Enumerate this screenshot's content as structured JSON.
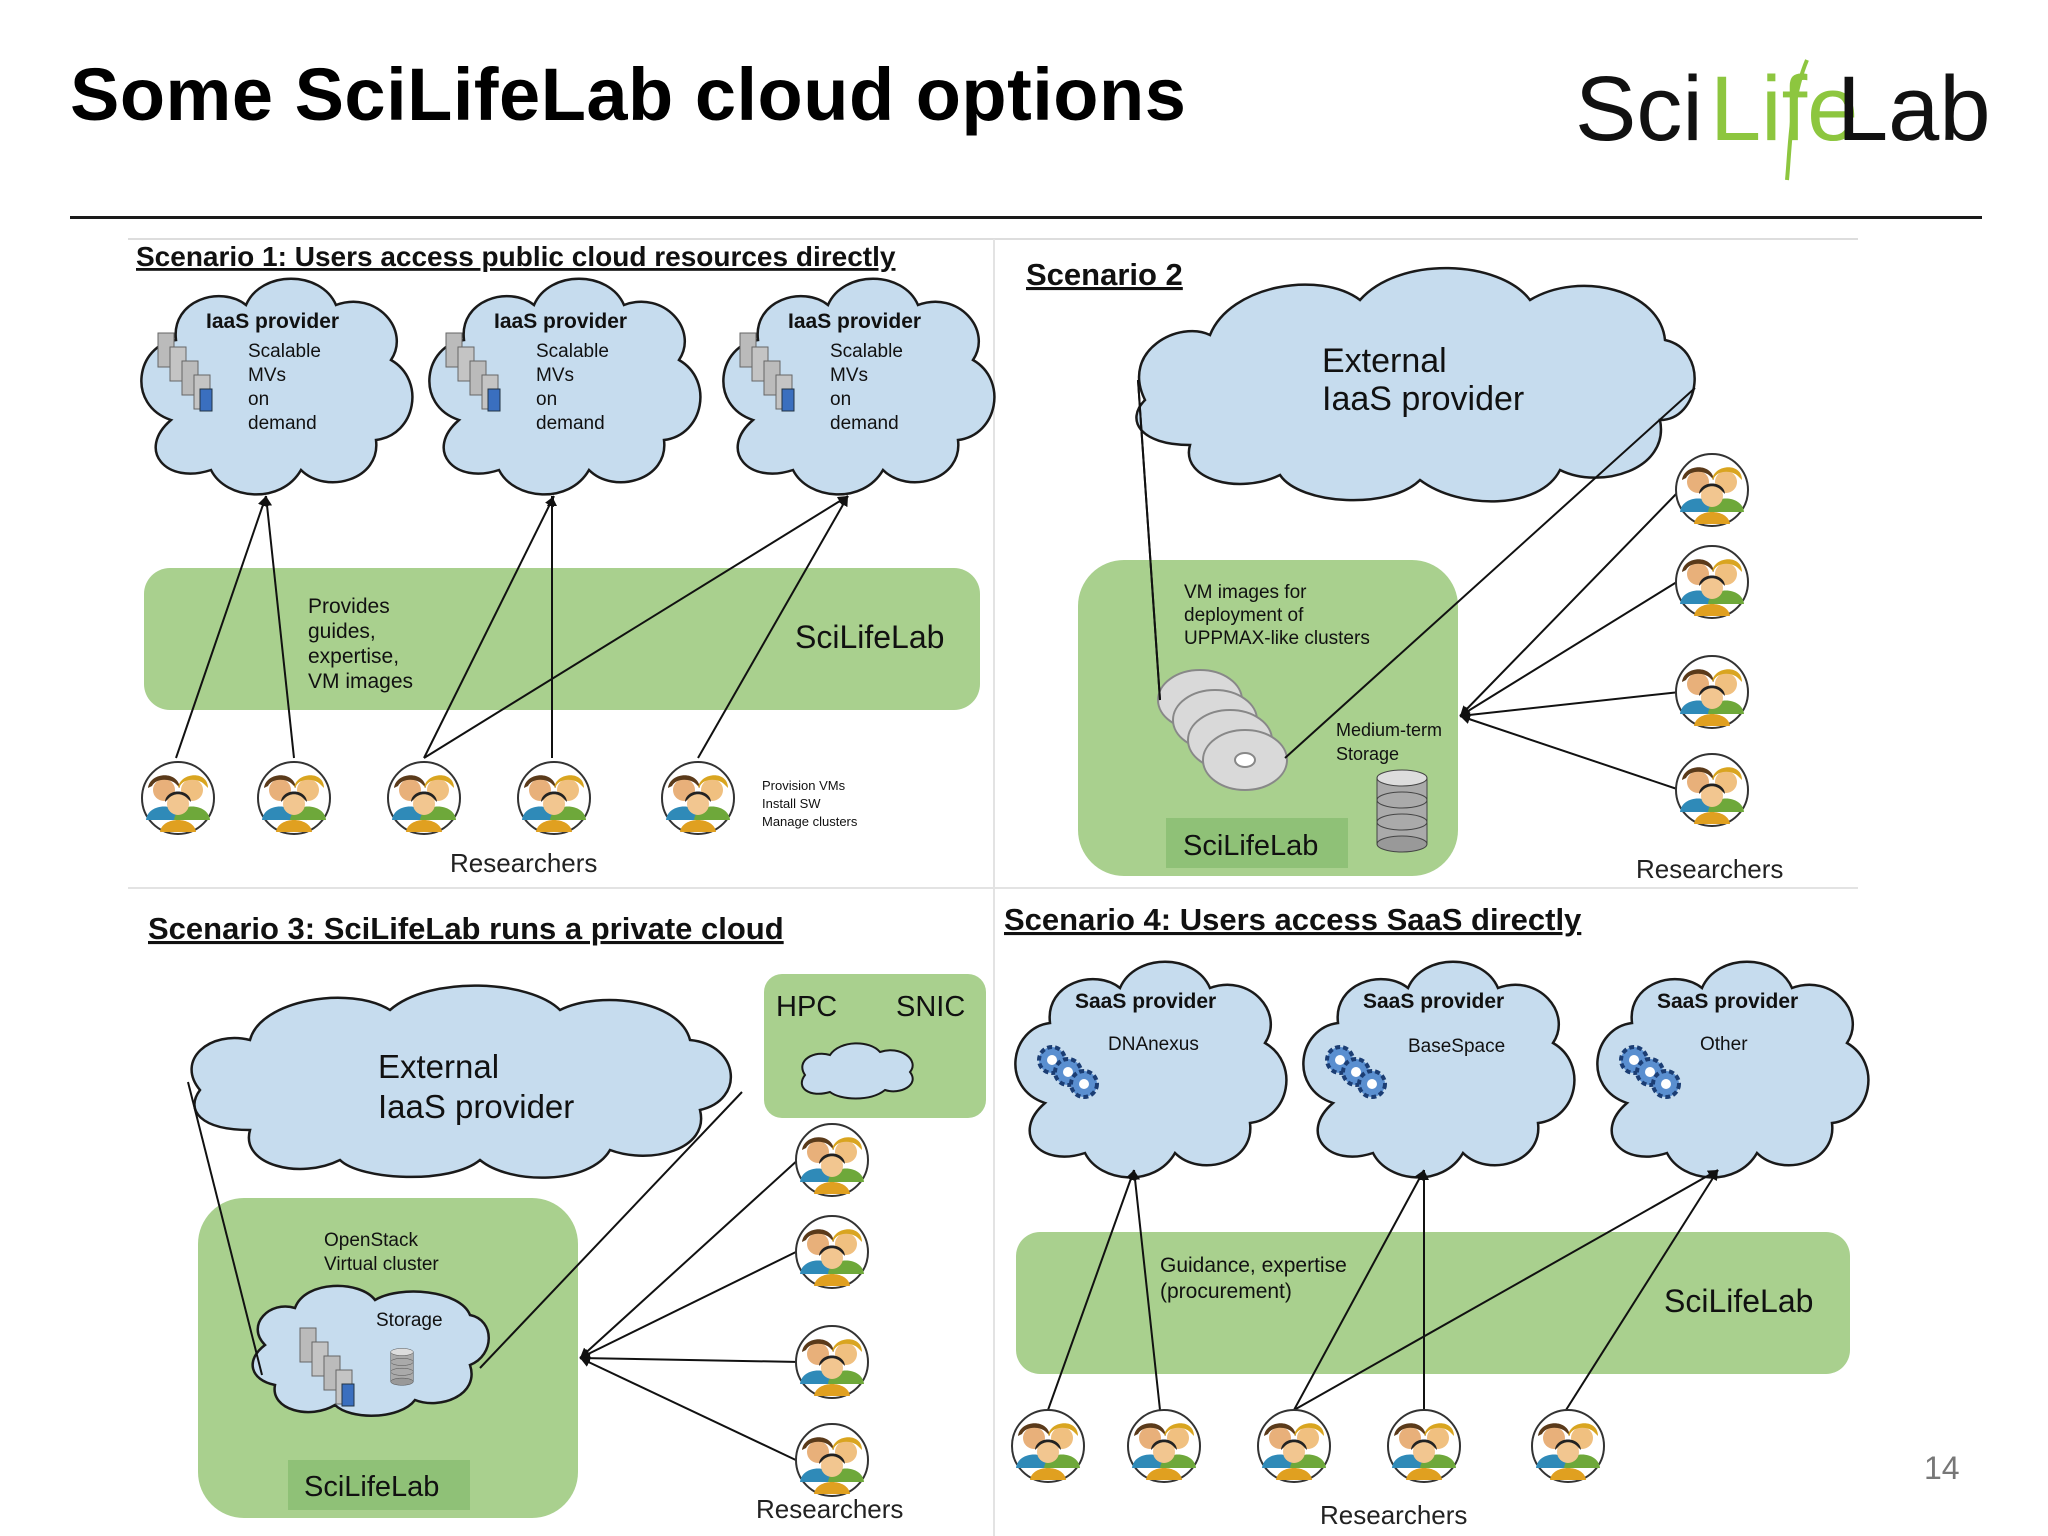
{
  "slide": {
    "title": "Some SciLifeLab cloud options",
    "page_number": "14",
    "logo_text": "SciLifeLab",
    "logo_parts": [
      "Sci",
      "Life",
      "Lab"
    ]
  },
  "colors": {
    "cloud_fill": "#c6dcee",
    "panel_green": "#a9d08e",
    "label_green": "#8fc177",
    "logo_green": "#8dc63f"
  },
  "scenario1": {
    "heading": "Scenario 1: Users access public cloud resources directly",
    "clouds": [
      {
        "title": "IaaS provider",
        "lines": [
          "Scalable",
          "MVs",
          "on",
          "demand"
        ]
      },
      {
        "title": "IaaS provider",
        "lines": [
          "Scalable",
          "MVs",
          "on",
          "demand"
        ]
      },
      {
        "title": "IaaS provider",
        "lines": [
          "Scalable",
          "MVs",
          "on",
          "demand"
        ]
      }
    ],
    "panel_text": [
      "Provides",
      "guides,",
      "expertise,",
      "VM images"
    ],
    "panel_label": "SciLifeLab",
    "side_note": [
      "Provision VMs",
      "Install SW",
      "Manage clusters"
    ],
    "researchers_label": "Researchers"
  },
  "scenario2": {
    "heading": "Scenario 2",
    "cloud_lines": [
      "External",
      "IaaS provider"
    ],
    "vm_text": [
      "VM images for",
      "deployment of",
      "UPPMAX-like clusters"
    ],
    "storage_text": [
      "Medium-term",
      "Storage"
    ],
    "panel_label": "SciLifeLab",
    "researchers_label": "Researchers"
  },
  "scenario3": {
    "heading": "Scenario 3: SciLifeLab runs a private cloud",
    "cloud_lines": [
      "External",
      "IaaS provider"
    ],
    "hpc_labels": [
      "HPC",
      "SNIC"
    ],
    "cluster_text": [
      "OpenStack",
      "Virtual cluster"
    ],
    "storage_label": "Storage",
    "panel_label": "SciLifeLab",
    "researchers_label": "Researchers"
  },
  "scenario4": {
    "heading": "Scenario 4: Users access SaaS directly",
    "clouds": [
      {
        "title": "SaaS provider",
        "name": "DNAnexus"
      },
      {
        "title": "SaaS provider",
        "name": "BaseSpace"
      },
      {
        "title": "SaaS provider",
        "name": "Other"
      }
    ],
    "panel_text": [
      "Guidance, expertise",
      "(procurement)"
    ],
    "panel_label": "SciLifeLab",
    "researchers_label": "Researchers"
  }
}
